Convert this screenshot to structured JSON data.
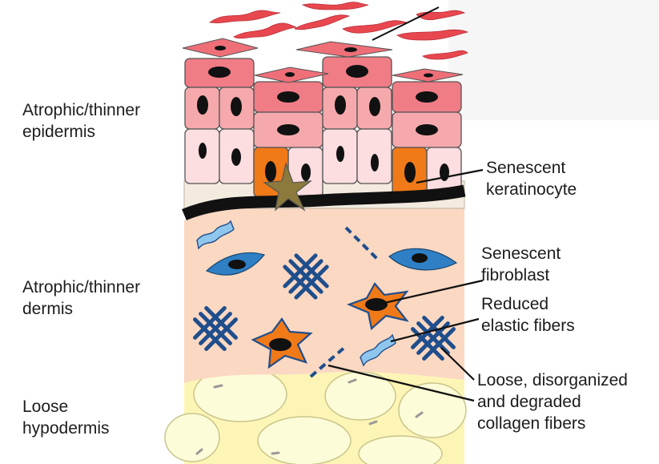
{
  "layers": {
    "epidermis": [
      "Atrophic/thinner",
      "epidermis"
    ],
    "dermis": [
      "Atrophic/thinner",
      "dermis"
    ],
    "hypodermis": [
      "Loose",
      "hypodermis"
    ]
  },
  "annotations": {
    "keratinocyte": [
      "Senescent",
      "keratinocyte"
    ],
    "fibroblast": [
      "Senescent",
      "fibroblast"
    ],
    "elastic": [
      "Reduced",
      "elastic fibers"
    ],
    "collagen": [
      "Loose, disorganized",
      "and degraded",
      "collagen fibers"
    ]
  },
  "colors": {
    "keratinocyte_dark": "#f07c86",
    "keratinocyte_mid": "#f6a9ad",
    "keratinocyte_light": "#fcdde0",
    "senescent_orange": "#f07918",
    "dermis": "#fbd8c2",
    "basement_membrane": "#111111",
    "collagen": "#1f4e8c",
    "fibroblast": "#2f7fc4",
    "hypodermis": "#fdf5b5",
    "adipocyte": "#fcfcd8",
    "melanocyte": "#8c7a3c",
    "outline": "#555555"
  }
}
